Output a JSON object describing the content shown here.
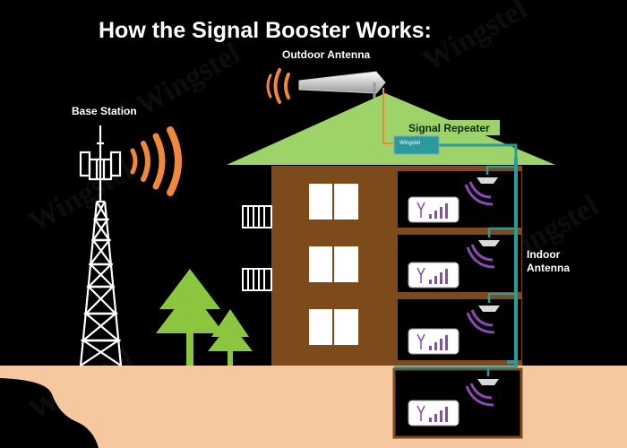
{
  "title": "How the Signal Booster Works:",
  "labels": {
    "outdoor_antenna": "Outdoor Antenna",
    "base_station": "Base Station",
    "signal_repeater": "Signal Repeater",
    "indoor_antenna_line1": "Indoor",
    "indoor_antenna_line2": "Antenna",
    "repeater_brand": "Wingstel"
  },
  "watermark": "Wingstel",
  "colors": {
    "background": "#000000",
    "roof": "#9ed36a",
    "building": "#7d4a1c",
    "ground": "#f5c8a0",
    "signal_wave": "#f0883a",
    "cable": "#2a9a9a",
    "indoor_wave": "#8a4ab0",
    "tree": "#8cc63f"
  },
  "icons": [
    "cell-tower-icon",
    "outdoor-antenna-icon",
    "repeater-icon",
    "indoor-antenna-icon",
    "phone-signal-icon",
    "signal-wave-icon",
    "tree-icon",
    "window-icon",
    "balcony-icon"
  ]
}
